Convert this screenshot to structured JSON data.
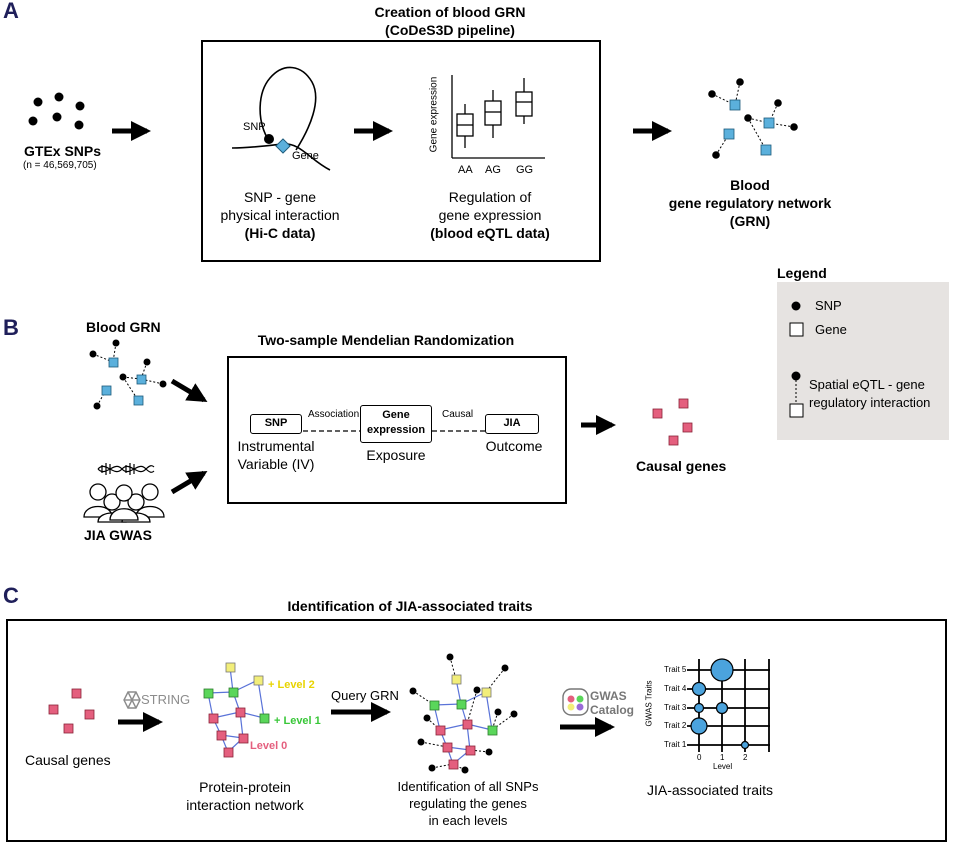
{
  "panels": {
    "a": "A",
    "b": "B",
    "c": "C"
  },
  "panel_a": {
    "title_line1": "Creation of blood GRN",
    "title_line2": "(CoDeS3D pipeline)",
    "gtex_label": "GTEx SNPs",
    "gtex_count": "(n = 46,569,705)",
    "snp_tag": "SNP",
    "gene_tag": "Gene",
    "hic_line1": "SNP - gene",
    "hic_line2": "physical interaction",
    "hic_line3": "(Hi-C data)",
    "gene_expr_axis": "Gene expression",
    "genotypes": [
      "AA",
      "AG",
      "GG"
    ],
    "eqtl_line1": "Regulation of",
    "eqtl_line2": "gene expression",
    "eqtl_line3": "(blood eQTL data)",
    "grn_line1": "Blood",
    "grn_line2": "gene regulatory network",
    "grn_line3": "(GRN)"
  },
  "legend": {
    "title": "Legend",
    "snp": "SNP",
    "gene": "Gene",
    "interaction_line1": "Spatial eQTL - gene",
    "interaction_line2": "regulatory interaction"
  },
  "panel_b": {
    "blood_grn": "Blood GRN",
    "jia_gwas": "JIA GWAS",
    "title": "Two-sample Mendelian Randomization",
    "snp_box": "SNP",
    "association": "Association",
    "gene_box_line1": "Gene",
    "gene_box_line2": "expression",
    "causal": "Causal",
    "jia_box": "JIA",
    "iv_line1": "Instrumental",
    "iv_line2": "Variable (IV)",
    "exposure": "Exposure",
    "outcome": "Outcome",
    "causal_genes": "Causal genes"
  },
  "panel_c": {
    "title": "Identification of JIA-associated traits",
    "causal_genes": "Causal genes",
    "string": "STRING",
    "level2": "+ Level 2",
    "level1": "+ Level 1",
    "level0": "Level 0",
    "ppi_line1": "Protein-protein",
    "ppi_line2": "interaction network",
    "query_grn": "Query GRN",
    "ident_line1": "Identification of all SNPs",
    "ident_line2": "regulating the genes",
    "ident_line3": "in each levels",
    "gwas_line1": "GWAS",
    "gwas_line2": "Catalog",
    "traits_axis": "GWAS Traits",
    "traits": [
      "Trait 5",
      "Trait 4",
      "Trait 3",
      "Trait 2",
      "Trait 1"
    ],
    "levels": [
      "0",
      "1",
      "2"
    ],
    "level_axis": "Level",
    "jia_traits": "JIA-associated traits"
  },
  "colors": {
    "gene_blue": "#5bb0dc",
    "causal_pink": "#e45f7e",
    "level1_green": "#5ad65a",
    "level2_yellow": "#f2ee7a",
    "legend_bg": "#e6e3e1",
    "panel_letter": "#1f1f5a",
    "trait_bubble": "#4ba3dd"
  },
  "icons": [
    "arrow-right-icon",
    "dna-icon",
    "people-icon",
    "string-logo-icon",
    "gwas-catalog-icon"
  ]
}
